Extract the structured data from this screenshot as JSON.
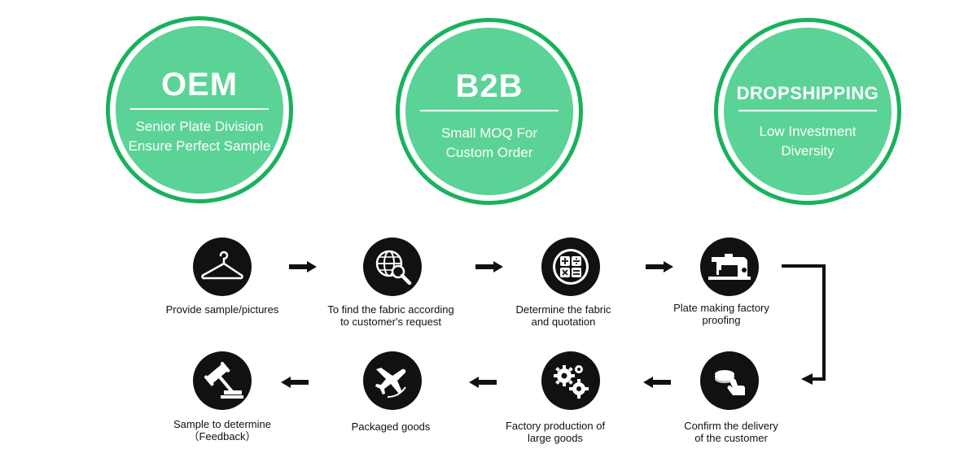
{
  "badges": [
    {
      "title": "OEM",
      "lines": [
        "Senior Plate Division",
        "Ensure Perfect Sample"
      ]
    },
    {
      "title": "B2B",
      "lines": [
        "Small MOQ For",
        "Custom Order"
      ]
    },
    {
      "title": "DROPSHIPPING",
      "lines": [
        "Low Investment",
        "Diversity"
      ]
    }
  ],
  "steps": [
    {
      "icon": "hanger-icon",
      "lines": [
        "Provide sample/pictures"
      ]
    },
    {
      "icon": "globe-search-icon",
      "lines": [
        "To find the fabric according",
        "to customer's request"
      ]
    },
    {
      "icon": "calculator-icon",
      "lines": [
        "Determine the fabric",
        "and quotation"
      ]
    },
    {
      "icon": "sewing-machine-icon",
      "lines": [
        "Plate making factory",
        "proofing"
      ]
    },
    {
      "icon": "hand-coin-icon",
      "lines": [
        "Confirm the delivery",
        "of the customer"
      ]
    },
    {
      "icon": "gears-icon",
      "lines": [
        "Factory production of",
        "large  goods"
      ]
    },
    {
      "icon": "airplane-icon",
      "lines": [
        "Packaged goods"
      ]
    },
    {
      "icon": "gavel-icon",
      "lines": [
        "Sample to determine",
        "（Feedback）"
      ]
    }
  ],
  "colors": {
    "badge_ring": "#18b25c",
    "badge_fill": "#5bd396",
    "icon_circle": "#111111",
    "text": "#111111"
  }
}
